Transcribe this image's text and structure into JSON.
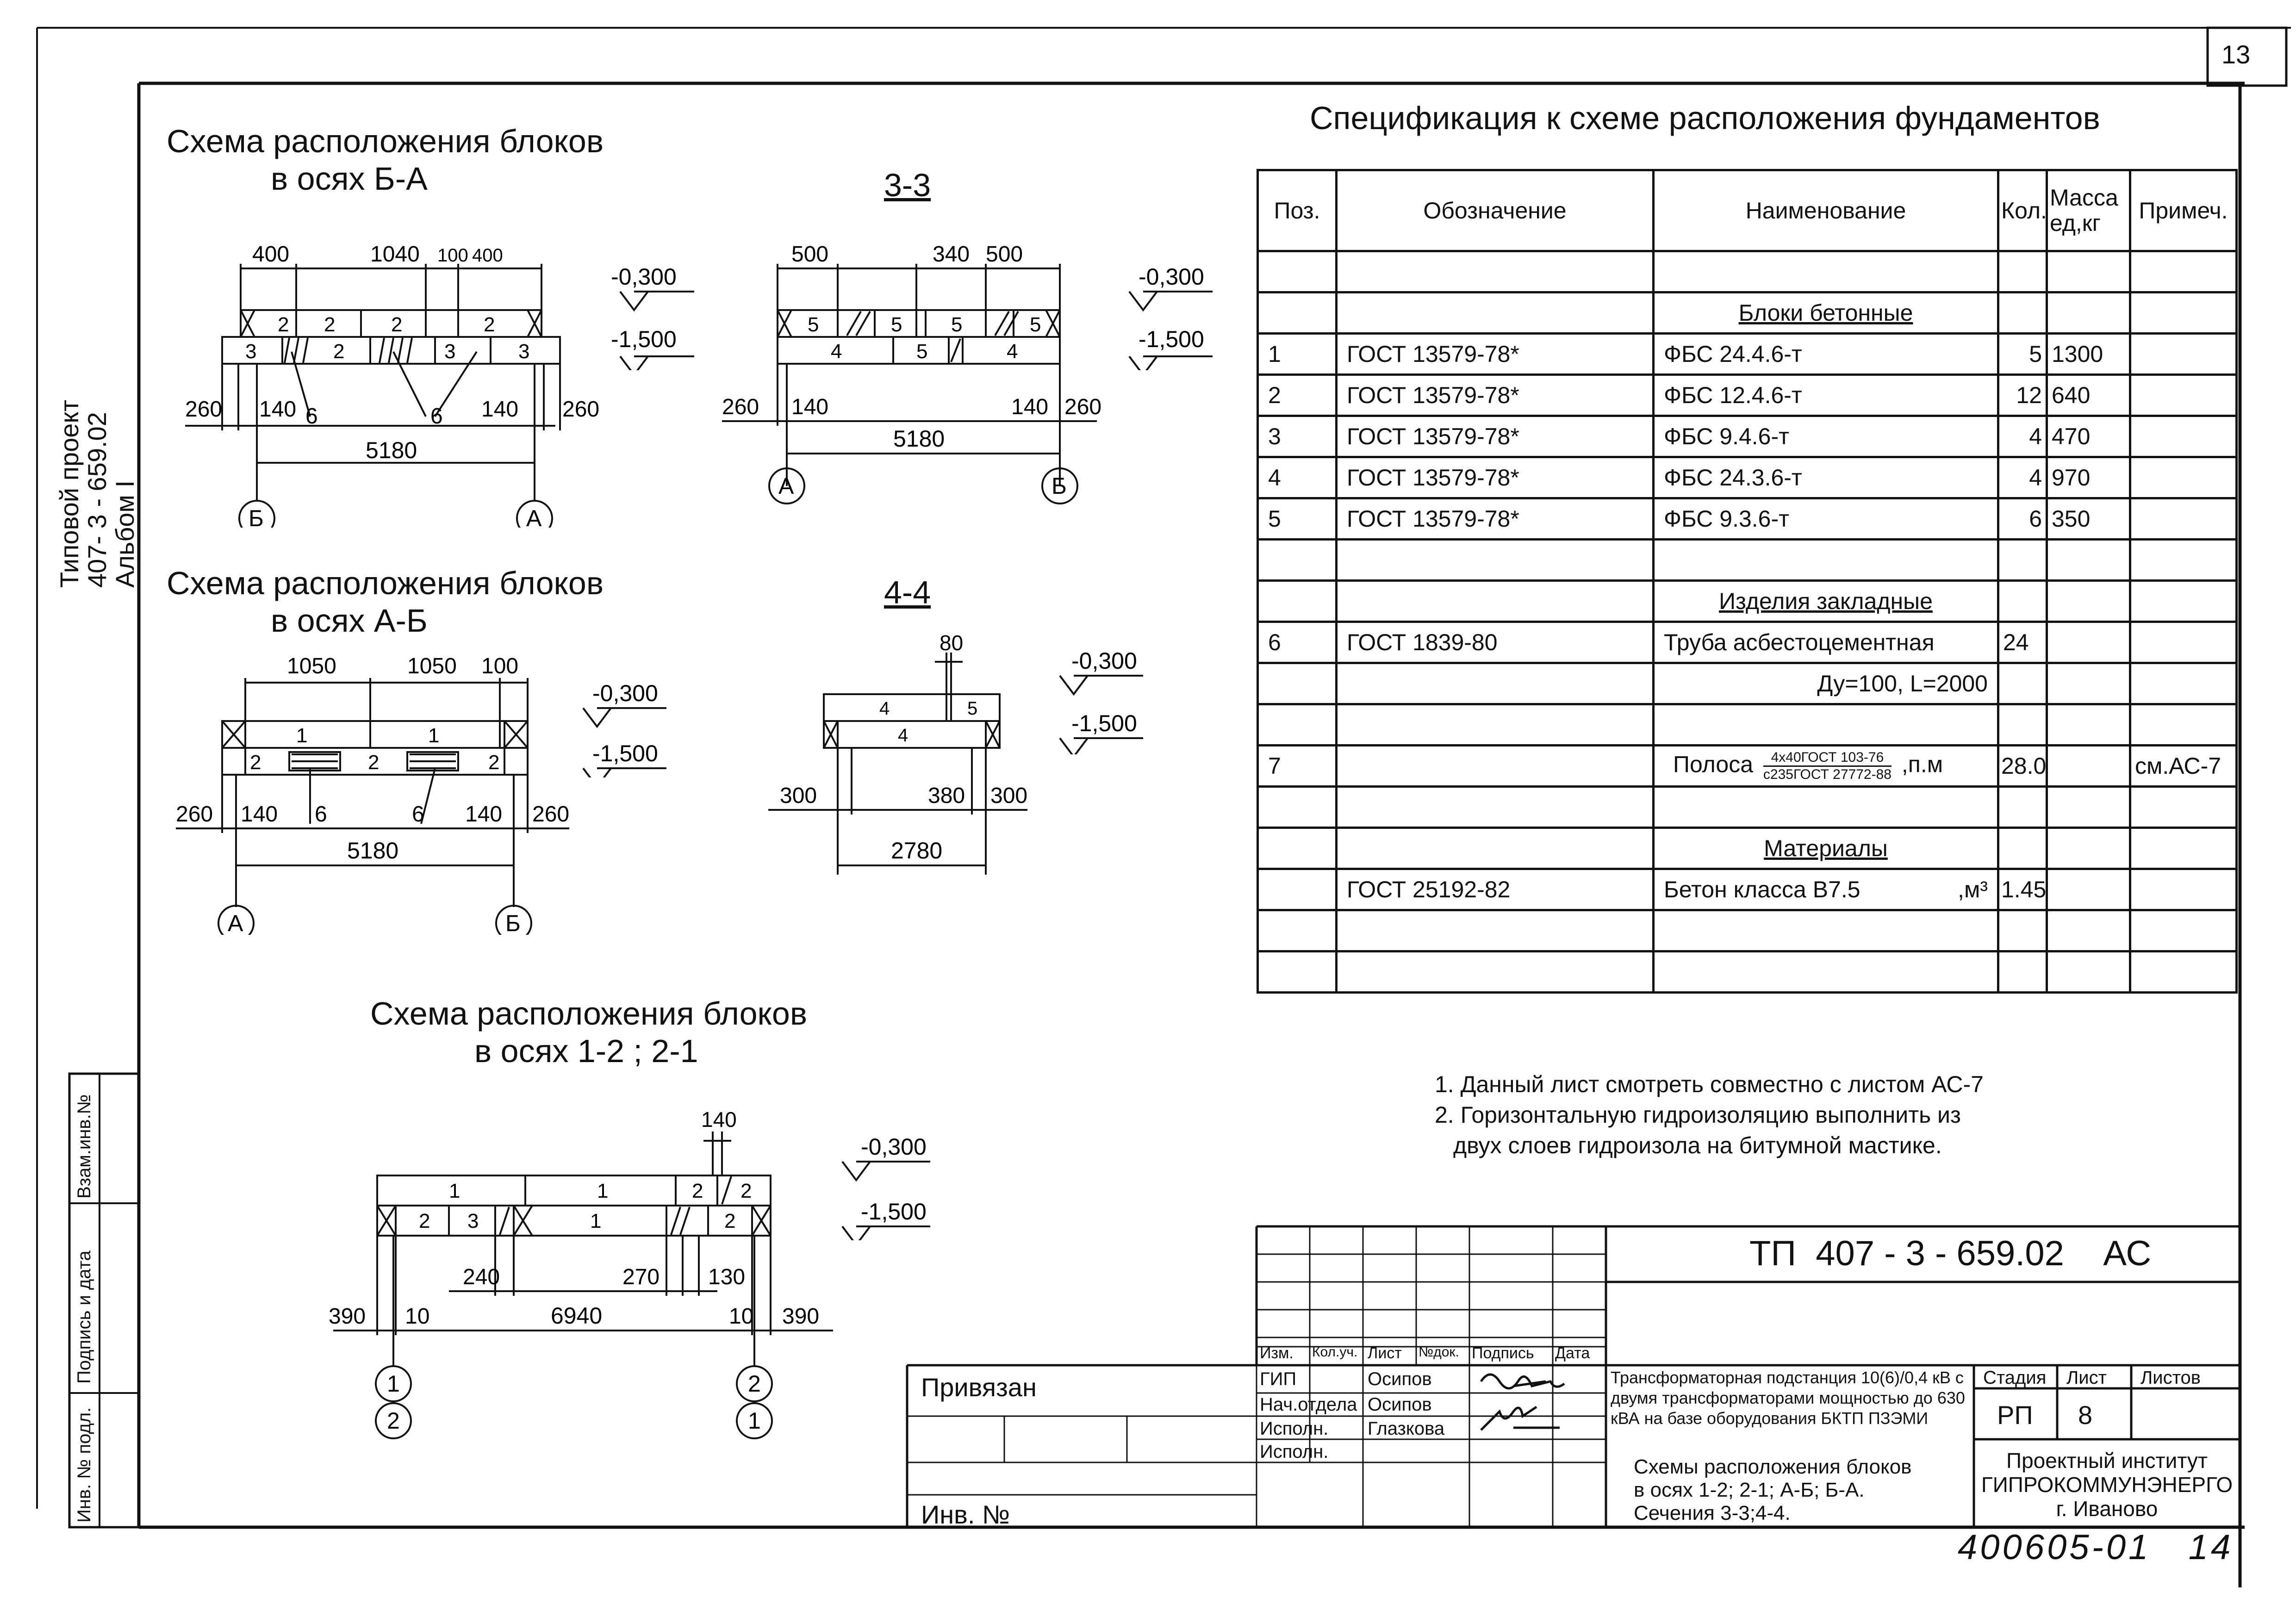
{
  "sheet_number": "13",
  "side_stamp": {
    "lines": [
      "Типовой проект",
      "407- 3 - 659.02",
      "Альбом I"
    ]
  },
  "left_strip": {
    "cells": [
      "Взам.инв.№",
      "Подпись и дата",
      "Инв. № подл."
    ]
  },
  "schemes": {
    "ba": {
      "title_line1": "Схема расположения блоков",
      "title_line2": "в осях Б-А",
      "top_dims": [
        "400",
        "1040",
        "100",
        "400"
      ],
      "row_top": [
        "2",
        "2",
        "2",
        "2"
      ],
      "row_bottom": [
        "3",
        "2",
        "3",
        "3"
      ],
      "callouts": [
        "6",
        "6"
      ],
      "bottom_dims": [
        "260",
        "140",
        "140",
        "260"
      ],
      "overall": "5180",
      "axes": [
        "Б",
        "А"
      ]
    },
    "ab": {
      "title_line1": "Схема расположения блоков",
      "title_line2": "в осях А-Б",
      "top_dims": [
        "1050",
        "1050",
        "100"
      ],
      "row_top": [
        "1",
        "1"
      ],
      "row_bottom": [
        "2",
        "2",
        "2"
      ],
      "callouts": [
        "6",
        "6"
      ],
      "bottom_dims": [
        "260",
        "140",
        "140",
        "260"
      ],
      "overall": "5180",
      "axes": [
        "А",
        "Б"
      ]
    },
    "12": {
      "title_line1": "Схема расположения блоков",
      "title_line2": "в осях 1-2 ; 2-1",
      "top_dims": [
        "140"
      ],
      "row_top": [
        "1",
        "1",
        "2",
        "2"
      ],
      "row_bottom": [
        "2",
        "3",
        "1",
        "2"
      ],
      "mid_dims": [
        "240",
        "270",
        "130"
      ],
      "bottom_dims": [
        "390",
        "10",
        "10",
        "390"
      ],
      "overall": "6940",
      "axes_top": [
        "1",
        "2"
      ],
      "axes_bottom": [
        "2",
        "1"
      ]
    }
  },
  "sections": {
    "s33": {
      "label": "3-3",
      "top_dims": [
        "500",
        "340",
        "500"
      ],
      "row_top": [
        "5",
        "5",
        "5",
        "5"
      ],
      "row_bottom": [
        "4",
        "5",
        "4"
      ],
      "bottom_dims": [
        "260",
        "140",
        "140",
        "260"
      ],
      "overall": "5180",
      "axes": [
        "А",
        "Б"
      ]
    },
    "s44": {
      "label": "4-4",
      "top_dims": [
        "80"
      ],
      "row_top": [
        "4",
        "5"
      ],
      "row_bottom": [
        "4"
      ],
      "bottom_dims": [
        "300",
        "380",
        "300"
      ],
      "overall": "2780"
    }
  },
  "levels": {
    "top": "-0,300",
    "bottom": "-1,500"
  },
  "spec": {
    "title": "Спецификация к схеме расположения фундаментов",
    "headers": [
      "Поз.",
      "Обозначение",
      "Наименование",
      "Кол.",
      "Масса ед,кг",
      "Примеч."
    ],
    "groups": {
      "blocks": "Блоки бетонные",
      "embedded": "Изделия закладные",
      "materials": "Материалы"
    },
    "block_rows": [
      {
        "pos": "1",
        "code": "ГОСТ 13579-78*",
        "name": "ФБС 24.4.6-т",
        "qty": "5",
        "mass": "1300"
      },
      {
        "pos": "2",
        "code": "ГОСТ 13579-78*",
        "name": "ФБС 12.4.6-т",
        "qty": "12",
        "mass": "640"
      },
      {
        "pos": "3",
        "code": "ГОСТ 13579-78*",
        "name": "ФБС 9.4.6-т",
        "qty": "4",
        "mass": "470"
      },
      {
        "pos": "4",
        "code": "ГОСТ 13579-78*",
        "name": "ФБС 24.3.6-т",
        "qty": "4",
        "mass": "970"
      },
      {
        "pos": "5",
        "code": "ГОСТ 13579-78*",
        "name": "ФБС 9.3.6-т",
        "qty": "6",
        "mass": "350"
      }
    ],
    "pipe": {
      "pos": "6",
      "code": "ГОСТ 1839-80",
      "name": "Труба асбестоцементная",
      "qty": "24",
      "param": "Ду=100,  L=2000"
    },
    "strip": {
      "pos": "7",
      "name": "Полоса",
      "frac_top": "4х40ГОСТ 103-76",
      "frac_bottom": "с235ГОСТ 27772-88",
      "unit": ",п.м",
      "qty": "28.0",
      "note": "см.АС-7"
    },
    "concrete": {
      "code": "ГОСТ 25192-82",
      "name": "Бетон класса   В7.5",
      "unit": ",м³",
      "qty": "1.45"
    }
  },
  "notes": [
    "1. Данный лист смотреть совместно с листом АС-7",
    "2. Горизонтальную гидроизоляцию выполнить из",
    "двух слоев гидроизола на битумной мастике."
  ],
  "title_block": {
    "doc_code": "ТП  407 - 3 - 659.02    АС",
    "bound_label": "Привязан",
    "inv_label": "Инв. №",
    "sig_headers": [
      "Изм.",
      "Кол.уч.",
      "Лист",
      "№док.",
      "Подпись",
      "Дата"
    ],
    "roles": [
      {
        "role": "ГИП",
        "name": "Осипов"
      },
      {
        "role": "Нач.отдела",
        "name": "Осипов"
      },
      {
        "role": "Исполн.",
        "name": "Глазкова"
      },
      {
        "role": "Исполн.",
        "name": ""
      }
    ],
    "object_desc": [
      "Трансформаторная подстанция 10(6)/0,4 кВ с",
      "двумя трансформаторами мощностью до 630",
      "кВА на базе оборудования БКТП ПЗЭМИ"
    ],
    "sheet_desc": [
      "Схемы расположения блоков",
      "в осях  1-2; 2-1; А-Б; Б-А.",
      "Сечения 3-3;4-4."
    ],
    "stage_label": "Стадия",
    "sheet_label": "Лист",
    "sheets_label": "Листов",
    "stage": "РП",
    "sheet": "8",
    "org": [
      "Проектный институт",
      "ГИПРОКОММУНЭНЕРГО",
      "г. Иваново"
    ]
  },
  "handwritten_number": "400605-01   14"
}
